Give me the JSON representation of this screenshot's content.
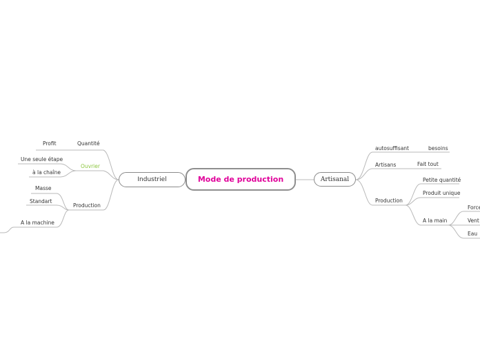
{
  "central": "Mode de production",
  "left": {
    "label": "Industriel",
    "quantite": {
      "label": "Quantité",
      "children": [
        "Profit"
      ]
    },
    "ouvrier": {
      "label": "Ouvrier",
      "children": [
        "Une seule étape",
        "à la chaîne"
      ]
    },
    "production": {
      "label": "Production",
      "children": [
        "Masse",
        "Standart",
        "A la machine"
      ]
    }
  },
  "right": {
    "label": "Artisanal",
    "autosuffisant": {
      "label": "autosuffisant",
      "children": [
        "besoins"
      ]
    },
    "artisans": {
      "label": "Artisans",
      "children": [
        "Fait tout"
      ]
    },
    "production": {
      "label": "Production",
      "children": [
        "Petite quantité",
        "Produit unique"
      ],
      "a_la_main": {
        "label": "A la main",
        "children": [
          "Force",
          "Vent",
          "Eau"
        ]
      }
    }
  },
  "colors": {
    "central_text": "#e0009a",
    "ouvrier_text": "#8cc63f",
    "line": "#b5b5b5"
  }
}
